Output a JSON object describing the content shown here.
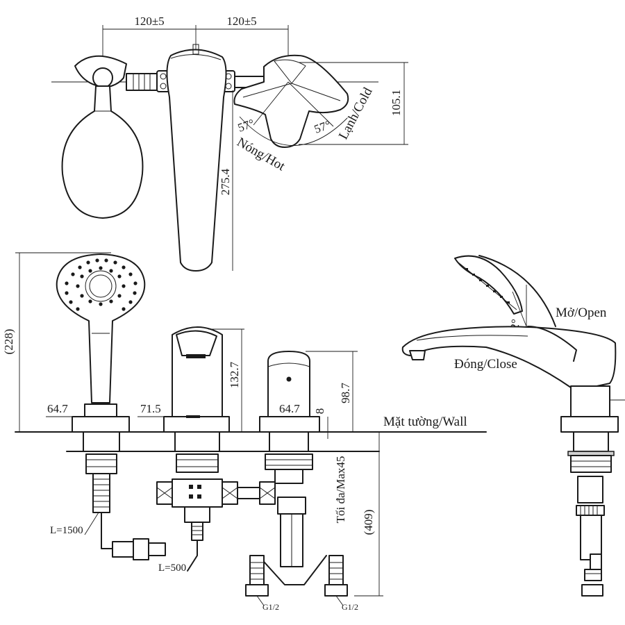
{
  "dimensions": {
    "spacing_left": "120±5",
    "spacing_right": "120±5",
    "handle_height": "105.1",
    "spout_length": "275.4",
    "overall_height": "(228)",
    "base_left": "64.7",
    "base_mid": "71.5",
    "base_right": "64.7",
    "spout_height": "132.7",
    "handle_body_height": "98.7",
    "small_gap": "8",
    "deck_thickness": "Tối đa/Max45",
    "below_deck": "(409)",
    "hose_long": "L=1500",
    "hose_short": "L=500",
    "thread_left": "G1/2",
    "thread_right": "G1/2",
    "angle_left": "57°",
    "angle_right": "57°",
    "angle_side": "22°"
  },
  "labels": {
    "hot": "Nóng/Hot",
    "cold": "Lạnh/Cold",
    "wall": "Mặt tường/Wall",
    "open": "Mở/Open",
    "close": "Đóng/Close"
  }
}
